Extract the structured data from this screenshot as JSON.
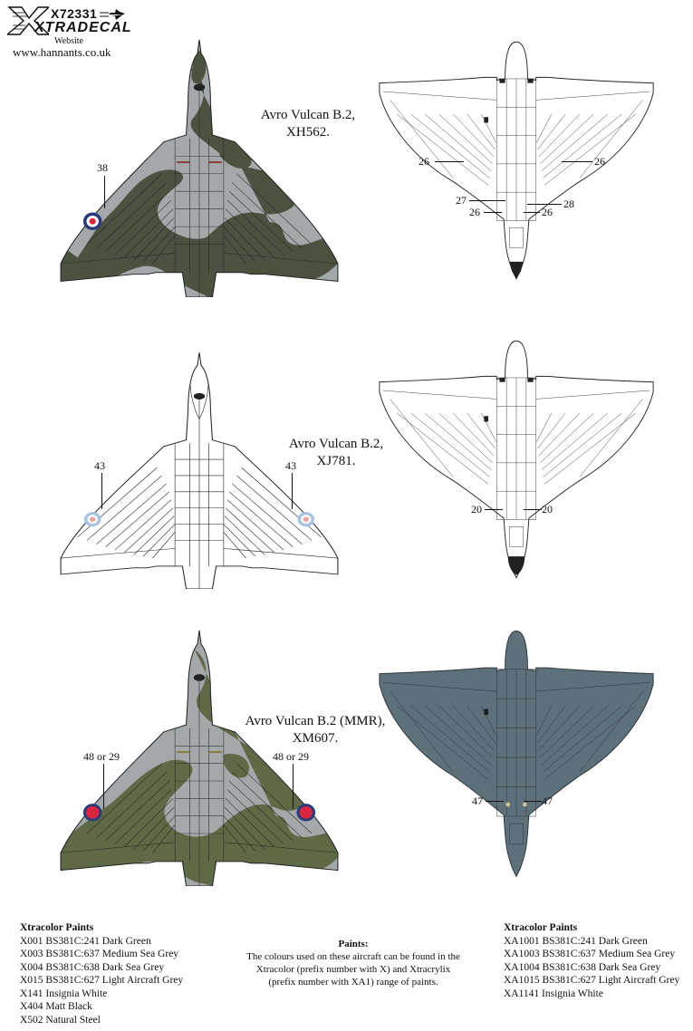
{
  "logo": {
    "product_code": "X72331",
    "brand": "XTRADECAL",
    "website_label": "Website",
    "website_url": "www.hannants.co.uk",
    "icon": "jet-aircraft-icon"
  },
  "profiles": [
    {
      "id": "xh562",
      "caption_line1": "Avro Vulcan B.2,",
      "caption_line2": "XH562.",
      "upper_scheme": "camouflage",
      "upper_callouts": [
        "38"
      ],
      "lower_scheme": "white",
      "lower_callouts": [
        "26",
        "26",
        "27",
        "28",
        "26",
        "26"
      ]
    },
    {
      "id": "xj781",
      "caption_line1": "Avro Vulcan B.2,",
      "caption_line2": "XJ781.",
      "upper_scheme": "white",
      "upper_callouts": [
        "43",
        "43"
      ],
      "lower_scheme": "white",
      "lower_callouts": [
        "20",
        "20"
      ]
    },
    {
      "id": "xm607",
      "caption_line1": "Avro Vulcan B.2 (MMR),",
      "caption_line2": "XM607.",
      "upper_scheme": "camouflage",
      "upper_callouts": [
        "48 or 29",
        "48 or 29"
      ],
      "lower_scheme": "dark-sea-grey",
      "lower_callouts": [
        "47",
        "47"
      ]
    }
  ],
  "colors": {
    "dark_green": "#4b5240",
    "dark_green_olive": "#5e6a45",
    "medium_sea_grey": "#a3a8ab",
    "dark_sea_grey": "#5e7079",
    "white": "#ffffff",
    "line": "#222222",
    "roundel_blue": "#2b3a7a",
    "roundel_red": "#d7263d",
    "roundel_pale_blue": "#a9c3df",
    "roundel_pale_red": "#e7a0a0"
  },
  "paints_left": {
    "title": "Xtracolor Paints",
    "items": [
      "X001 BS381C:241 Dark Green",
      "X003 BS381C:637 Medium Sea Grey",
      "X004 BS381C:638 Dark Sea Grey",
      "X015 BS381C:627 Light Aircraft Grey",
      "X141 Insignia White",
      "X404 Matt Black",
      "X502 Natural Steel"
    ]
  },
  "paints_center": {
    "title": "Paints:",
    "line1": "The colours used on these aircraft can be found in the",
    "line2": "Xtracolor (prefix number with X) and Xtracrylix",
    "line3": "(prefix number with XA1) range of paints."
  },
  "paints_right": {
    "title": "Xtracolor Paints",
    "items": [
      "XA1001 BS381C:241 Dark Green",
      "XA1003 BS381C:637 Medium Sea Grey",
      "XA1004 BS381C:638 Dark Sea Grey",
      "XA1015 BS381C:627 Light Aircraft Grey",
      "XA1141 Insignia White"
    ]
  }
}
